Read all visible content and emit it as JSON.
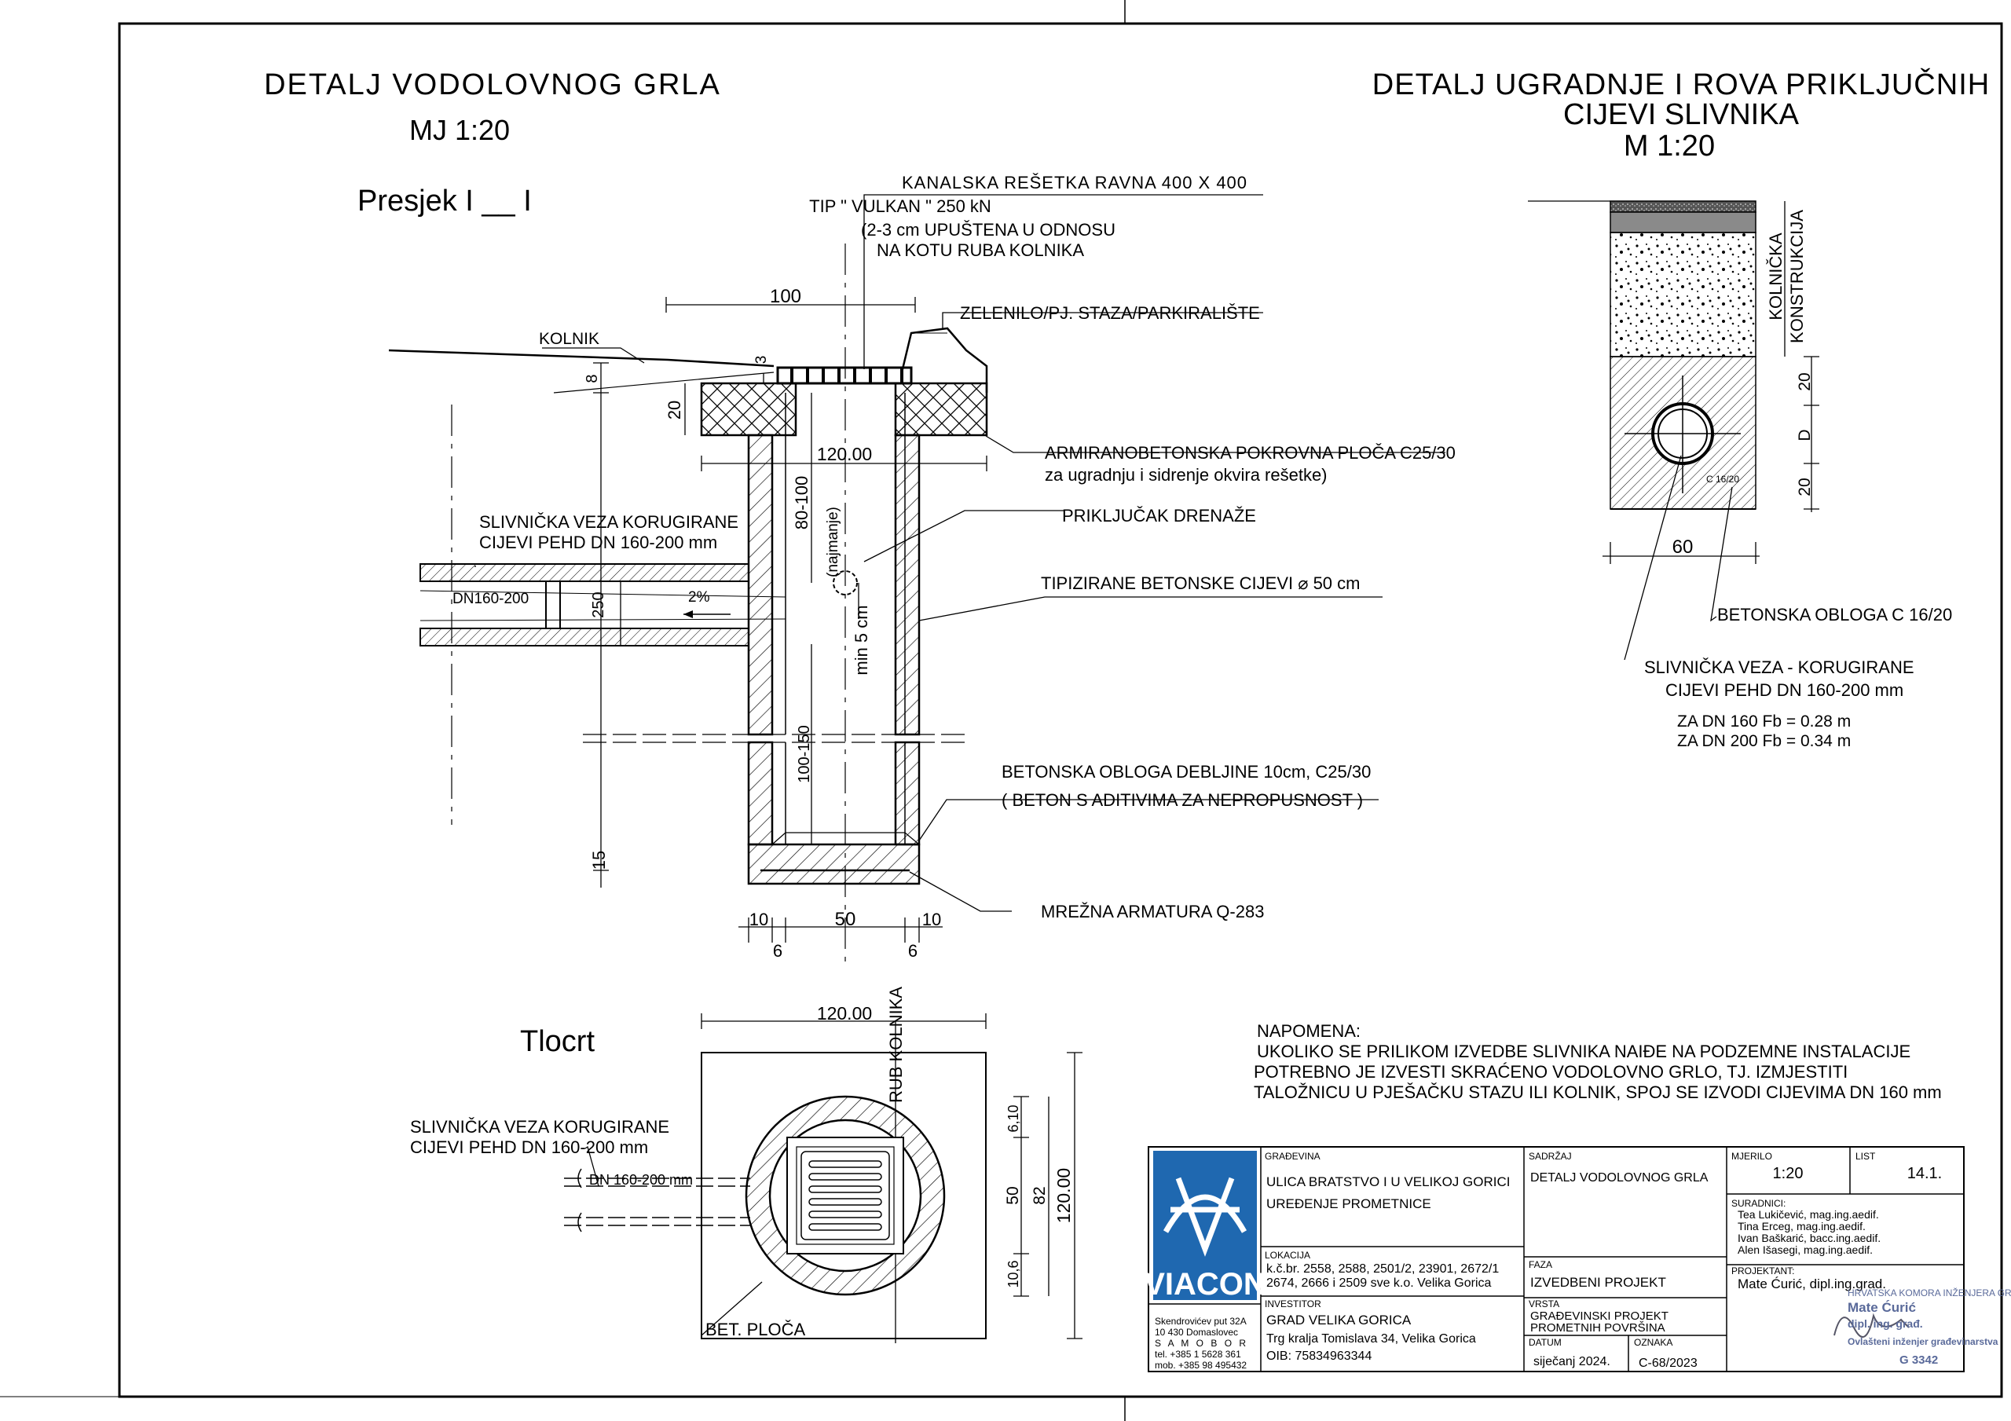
{
  "left_title": {
    "line1": "DETALJ VODOLOVNOG GRLA",
    "line2": "MJ 1:20"
  },
  "section_label": "Presjek I __ I",
  "right_title": {
    "line1": "DETALJ UGRADNJE I ROVA PRIKLJUČNIH",
    "line2": "CIJEVI SLIVNIKA",
    "line3": "M 1:20"
  },
  "section": {
    "grate_1": "KANALSKA REŠETKA RAVNA 400 X 400",
    "grate_2": "TIP \" VULKAN \" 250 kN",
    "grate_3": "(2-3 cm UPUŠTENA U ODNOSU",
    "grate_4": "NA KOTU RUBA KOLNIKA",
    "green": "ZELENILO/PJ. STAZA/PARKIRALIŠTE",
    "kolnik": "KOLNIK",
    "slab_1": "ARMIRANOBETONSKA POKROVNA PLOČA C25/30",
    "slab_2": "za ugradnju i sidrenje okvira rešetke)",
    "drain": "PRIKLJUČAK DRENAŽE",
    "pipes": "TIPIZIRANE BETONSKE CIJEVI ⌀ 50 cm",
    "conn_1": "SLIVNIČKA VEZA KORUGIRANE",
    "conn_2": "CIJEVI PEHD DN 160-200 mm",
    "lining_1": "BETONSKA OBLOGA DEBLJINE 10cm, C25/30",
    "lining_2": "( BETON S ADITIVIMA ZA NEPROPUSNOST )",
    "mesh": "MREŽNA ARMATURA Q-283",
    "dn": "DN160-200",
    "slope": "2%",
    "d100": "100",
    "d3": "3",
    "d8": "8",
    "d20": "20",
    "d120": "120.00",
    "d80": "80-100",
    "d_rel": "(najmanje)",
    "d250": "250",
    "d_min5": "min 5 cm",
    "d100_150": "100-150",
    "d15": "15",
    "b10a": "10",
    "b6a": "6",
    "b50": "50",
    "b10b": "10",
    "b6b": "6"
  },
  "plan": {
    "title": "Tlocrt",
    "dim_120": "120.00",
    "rub": "RUB KOLNIKA",
    "conn_1": "SLIVNIČKA VEZA KORUGIRANE",
    "conn_2": "CIJEVI PEHD DN 160-200 mm",
    "dn": "DN 160-200 mm",
    "bet": "BET. PLOČA",
    "v_6_10": "6,10",
    "v_50": "50",
    "v_82": "82",
    "v_10_6": "10,6",
    "v_120": "120.00"
  },
  "trench": {
    "kolnicka_1": "KOLNIČKA",
    "kolnicka_2": "KONSTRUKCIJA",
    "d20a": "20",
    "dD": "D",
    "d20b": "20",
    "d60": "60",
    "c16": "C 16/20",
    "obloga": "BETONSKA OBLOGA C 16/20",
    "conn_1": "SLIVNIČKA VEZA - KORUGIRANE",
    "conn_2": "CIJEVI PEHD DN 160-200 mm",
    "fb1": "ZA  DN  160  Fb = 0.28 m",
    "fb2": "ZA  DN  200  Fb = 0.34 m"
  },
  "note": {
    "head": "NAPOMENA:",
    "l1": "UKOLIKO SE PRILIKOM IZVEDBE SLIVNIKA NAIĐE NA PODZEMNE INSTALACIJE",
    "l2": "POTREBNO JE IZVESTI SKRAĆENO VODOLOVNO GRLO, TJ. IZMJESTITI",
    "l3": "TALOŽNICU U PJEŠAČKU STAZU ILI KOLNIK, SPOJ SE IZVODI CIJEVIMA DN 160 mm"
  },
  "title_block": {
    "logo_text": "VIACON",
    "company_1": "Skendrovićev put 32A",
    "company_2": "10 430 Domaslovec",
    "company_3": "S A M O B O R",
    "company_4": "tel. +385 1 5628 361",
    "company_5": "mob. +385 98 495432",
    "gradevina_label": "GRAĐEVINA",
    "gradevina_1": "ULICA BRATSTVO I U VELIKOJ GORICI",
    "gradevina_2": "UREĐENJE PROMETNICE",
    "lokacija_label": "LOKACIJA",
    "lokacija_1": "k.č.br. 2558, 2588, 2501/2, 23901, 2672/1",
    "lokacija_2": "2674, 2666 i 2509 sve k.o. Velika Gorica",
    "investitor_label": "INVESTITOR",
    "investitor_1": "GRAD VELIKA GORICA",
    "investitor_2": "Trg kralja Tomislava 34, Velika Gorica",
    "investitor_3": "OIB: 75834963344",
    "sadrzaj_label": "SADRŽAJ",
    "sadrzaj": "DETALJ VODOLOVNOG GRLA",
    "faza_label": "FAZA",
    "faza": "IZVEDBENI PROJEKT",
    "vrsta_label": "VRSTA",
    "vrsta_1": "GRAĐEVINSKI  PROJEKT",
    "vrsta_2": "PROMETNIH POVRŠINA",
    "datum_label": "DATUM",
    "datum": "siječanj 2024.",
    "oznaka_label": "OZNAKA",
    "oznaka": "C-68/2023",
    "mjerilo_label": "MJERILO",
    "mjerilo": "1:20",
    "list_label": "LIST",
    "list": "14.1.",
    "suradnici_label": "SURADNICI:",
    "suradnik_1": "Tea Lukičević, mag.ing.aedif.",
    "suradnik_2": "Tina Erceg, mag.ing.aedif.",
    "suradnik_3": "Ivan Baškarić, bacc.ing.aedif.",
    "suradnik_4": "Alen Išasegi, mag.ing.aedif.",
    "projektant_label": "PROJEKTANT:",
    "projektant": "Mate Ćurić, dipl.ing.grad.",
    "stamp_1": "HRVATSKA KOMORA INŽENJERA GRAĐEVINARSTVA",
    "stamp_2": "Mate Ćurić",
    "stamp_3": "dipl. ing. građ.",
    "stamp_4": "Ovlašteni inženjer građevinarstva",
    "stamp_5": "G 3342"
  }
}
